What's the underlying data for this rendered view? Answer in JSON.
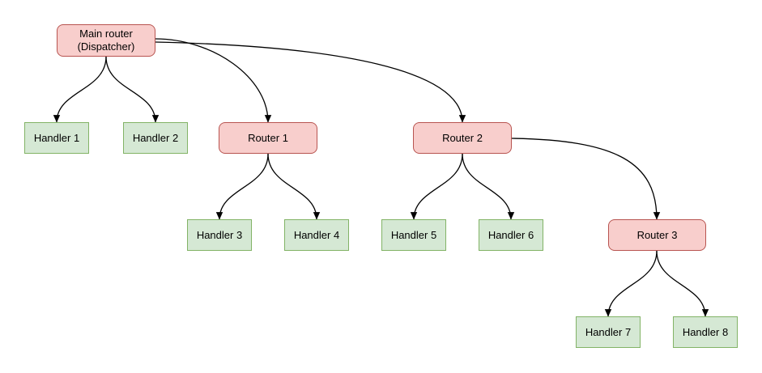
{
  "diagram": {
    "kind": "dispatcher-router-tree",
    "background": "#ffffff",
    "colors": {
      "router_fill": "#f8cecc",
      "router_border": "#b85450",
      "handler_fill": "#d5e8d4",
      "handler_border": "#82b366",
      "edge": "#000000",
      "text": "#000000"
    },
    "nodes": [
      {
        "id": "main-router",
        "type": "router",
        "label": "Main router\n(Dispatcher)"
      },
      {
        "id": "handler-1",
        "type": "handler",
        "label": "Handler 1"
      },
      {
        "id": "handler-2",
        "type": "handler",
        "label": "Handler 2"
      },
      {
        "id": "router-1",
        "type": "router",
        "label": "Router 1"
      },
      {
        "id": "router-2",
        "type": "router",
        "label": "Router 2"
      },
      {
        "id": "handler-3",
        "type": "handler",
        "label": "Handler 3"
      },
      {
        "id": "handler-4",
        "type": "handler",
        "label": "Handler 4"
      },
      {
        "id": "handler-5",
        "type": "handler",
        "label": "Handler 5"
      },
      {
        "id": "handler-6",
        "type": "handler",
        "label": "Handler 6"
      },
      {
        "id": "router-3",
        "type": "router",
        "label": "Router 3"
      },
      {
        "id": "handler-7",
        "type": "handler",
        "label": "Handler 7"
      },
      {
        "id": "handler-8",
        "type": "handler",
        "label": "Handler 8"
      }
    ],
    "edges": [
      {
        "from": "main-router",
        "to": "handler-1"
      },
      {
        "from": "main-router",
        "to": "handler-2"
      },
      {
        "from": "main-router",
        "to": "router-1"
      },
      {
        "from": "main-router",
        "to": "router-2"
      },
      {
        "from": "router-1",
        "to": "handler-3"
      },
      {
        "from": "router-1",
        "to": "handler-4"
      },
      {
        "from": "router-2",
        "to": "handler-5"
      },
      {
        "from": "router-2",
        "to": "handler-6"
      },
      {
        "from": "router-2",
        "to": "router-3"
      },
      {
        "from": "router-3",
        "to": "handler-7"
      },
      {
        "from": "router-3",
        "to": "handler-8"
      }
    ]
  }
}
